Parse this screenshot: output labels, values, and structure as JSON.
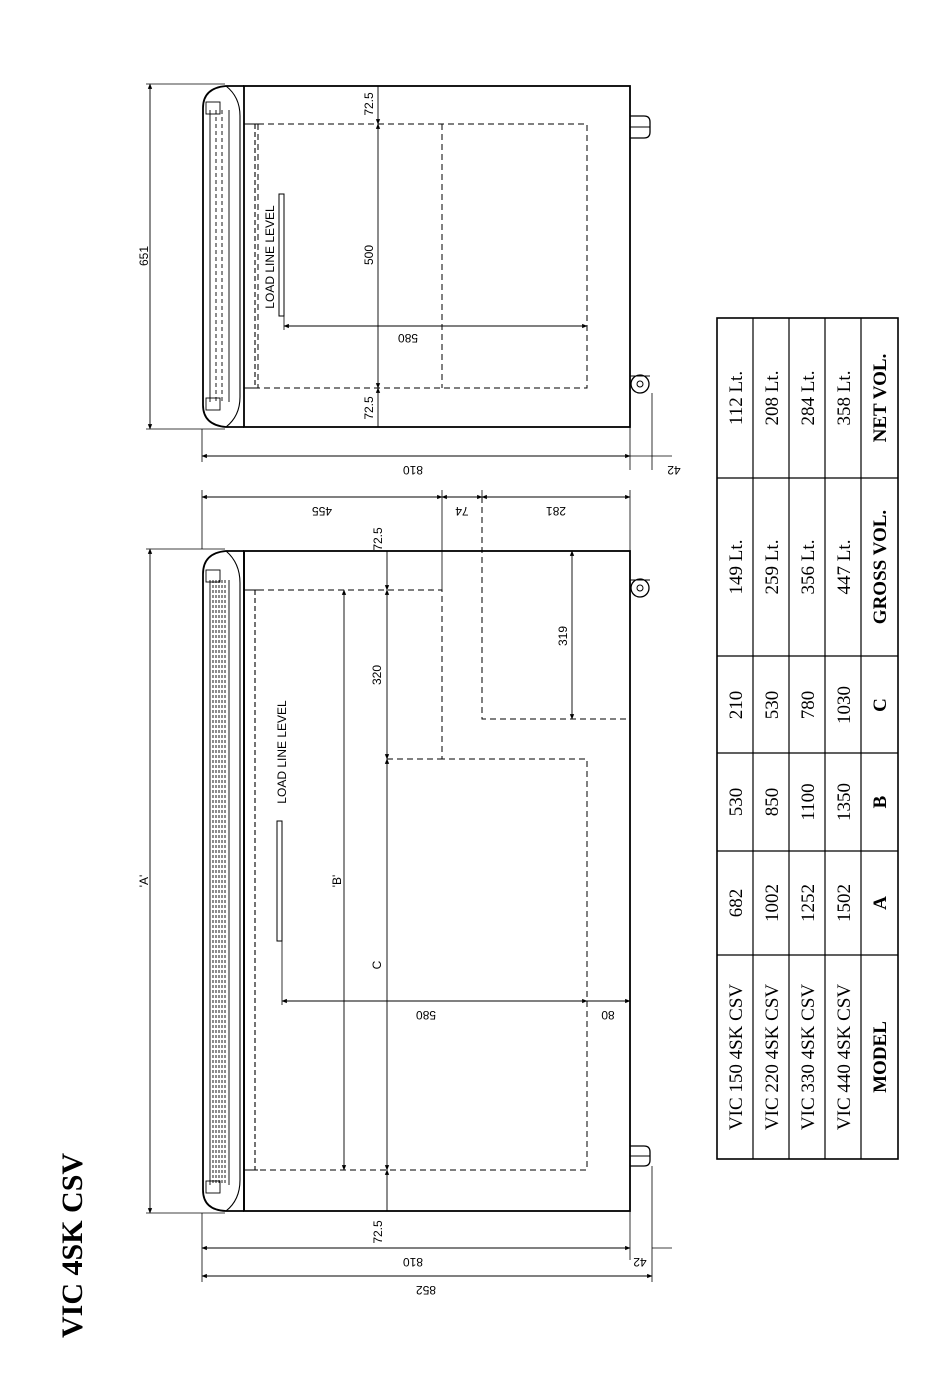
{
  "title": "VIC 4SK CSV",
  "front_view": {
    "load_line_label": "LOAD LINE LEVEL",
    "dims": {
      "a": "'A'",
      "b": "'B'",
      "c": "C",
      "d852": "852",
      "d810": "810",
      "d42": "42",
      "d725_top": "72.5",
      "d725_bottom": "72.5",
      "d580": "580",
      "d80": "80",
      "d320": "320",
      "d319": "319",
      "d455": "455",
      "d74": "74",
      "d281": "281"
    }
  },
  "side_view": {
    "load_line_label": "LOAD LINE LEVEL",
    "dims": {
      "d651": "651",
      "d725_top": "72.5",
      "d725_bottom": "72.5",
      "d500": "500",
      "d580": "580",
      "d810": "810",
      "d42": "42"
    }
  },
  "table": {
    "headers": [
      "MODEL",
      "A",
      "B",
      "C",
      "GROSS VOL.",
      "NET VOL."
    ],
    "rows": [
      {
        "model": "VIC 150 4SK CSV",
        "a": "682",
        "b": "530",
        "c": "210",
        "gross": "149 Lt.",
        "net": "112 Lt."
      },
      {
        "model": "VIC 220 4SK CSV",
        "a": "1002",
        "b": "850",
        "c": "530",
        "gross": "259 Lt.",
        "net": "208 Lt."
      },
      {
        "model": "VIC 330 4SK CSV",
        "a": "1252",
        "b": "1100",
        "c": "780",
        "gross": "356 Lt.",
        "net": "284 Lt."
      },
      {
        "model": "VIC 440 4SK CSV",
        "a": "1502",
        "b": "1350",
        "c": "1030",
        "gross": "447 Lt.",
        "net": "358 Lt."
      }
    ]
  }
}
